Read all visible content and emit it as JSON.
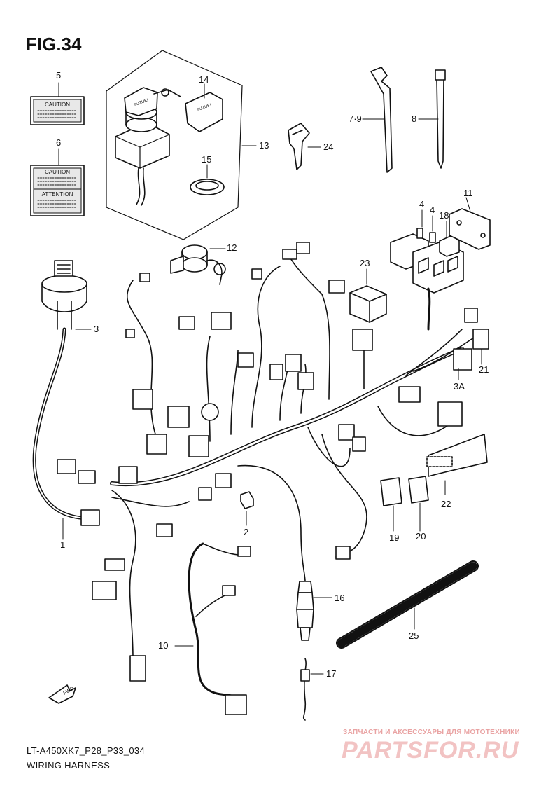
{
  "figure": {
    "title": "FIG.34",
    "code": "LT-A450XK7_P28_P33_034",
    "name": "WIRING HARNESS"
  },
  "labels": {
    "caution": "CAUTION",
    "attention": "ATTENTION",
    "fwd": "FWD",
    "brand": "SUZUKI"
  },
  "callouts": {
    "c1": "1",
    "c2": "2",
    "c3": "3",
    "c3a": "3A",
    "c4a": "4",
    "c4b": "4",
    "c5": "5",
    "c6": "6",
    "c79": "7·9",
    "c8": "8",
    "c10": "10",
    "c11": "11",
    "c12": "12",
    "c13": "13",
    "c14": "14",
    "c15": "15",
    "c16": "16",
    "c17": "17",
    "c18": "18",
    "c19": "19",
    "c20": "20",
    "c21": "21",
    "c22": "22",
    "c23": "23",
    "c24": "24",
    "c25": "25"
  },
  "watermark": {
    "tagline": "ЗАПЧАСТИ И АКСЕССУАРЫ ДЛЯ МОТОТЕХНИКИ",
    "logo": "PARTSFOR.RU",
    "color": "#f2c3c3"
  }
}
